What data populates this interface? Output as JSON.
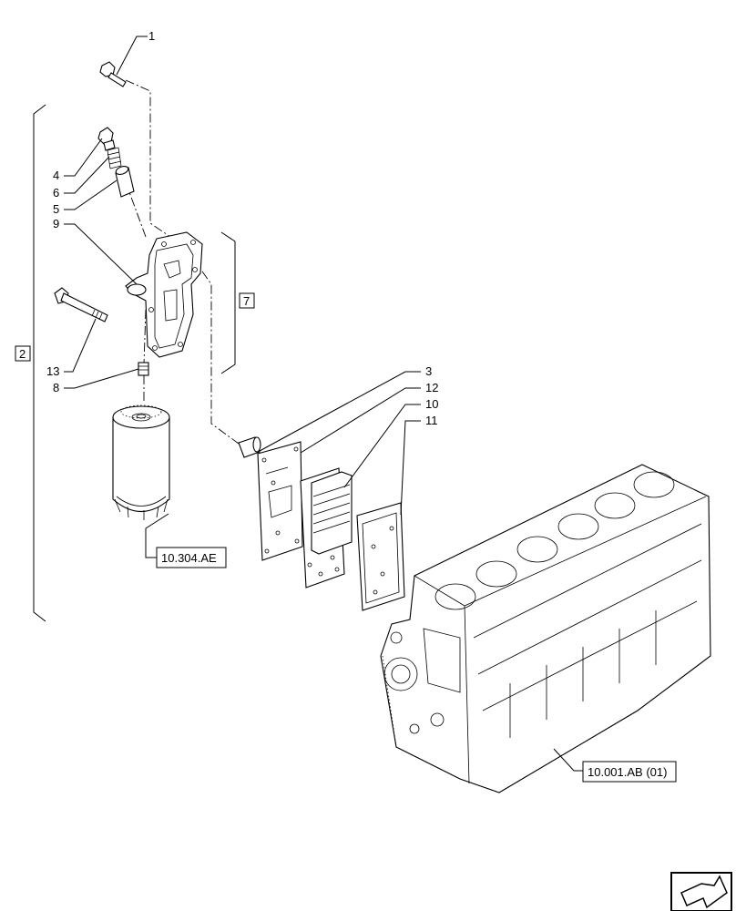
{
  "callouts": {
    "c1": "1",
    "c4": "4",
    "c6": "6",
    "c5": "5",
    "c9": "9",
    "c13": "13",
    "c8": "8",
    "c3": "3",
    "c12": "12",
    "c10": "10",
    "c11": "11"
  },
  "boxed": {
    "b2": "2",
    "b7": "7"
  },
  "refs": {
    "filter": "10.304.AE",
    "block": "10.001.AB (01)"
  },
  "icons": {
    "nav": "next-page-arrow-icon"
  }
}
